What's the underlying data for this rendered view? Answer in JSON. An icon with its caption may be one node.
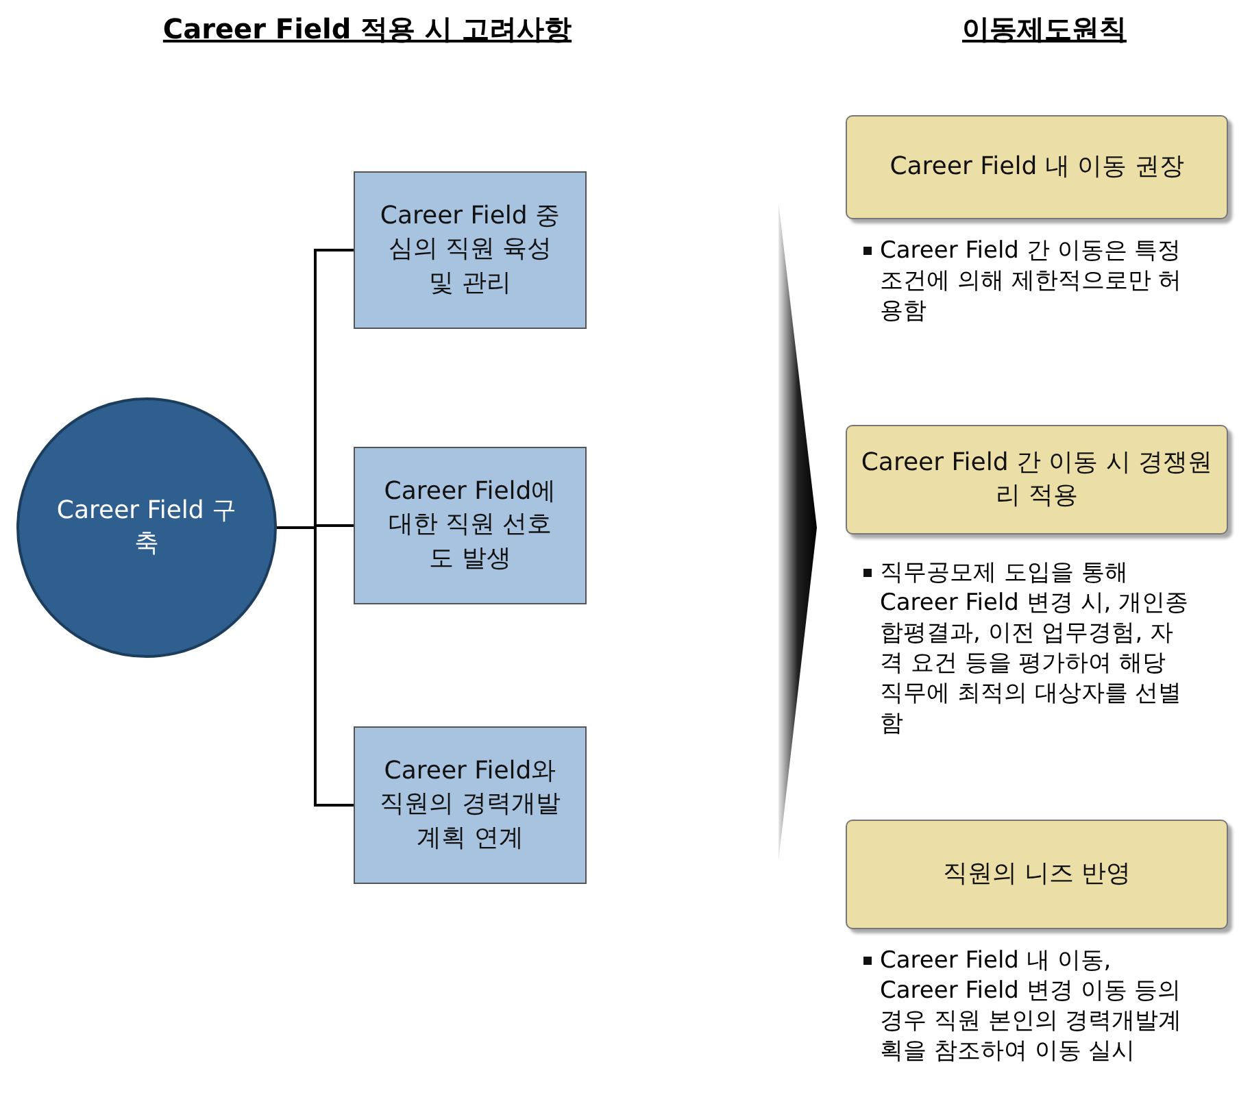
{
  "diagram": {
    "nodes": [
      {
        "text": [
          "Career Field 구축"
        ]
      },
      {
        "text": [
          "Career Field 중심의 직원 육성 및 관리"
        ]
      },
      {
        "text": [
          "Career Field에 대한 직원 선호도 발생"
        ]
      },
      {
        "text": [
          "Career Field와 직원의 경력개발계획 연계"
        ]
      },
      {
        "text": [
          "Career Field 내 이동 권장"
        ],
        "beside": [
          "Career Field 간 이동은 특정 조건에 의해 제한적으로만 허용함"
        ]
      },
      {
        "text": [
          "Career Field 간 이동 시 경쟁원리 적용"
        ],
        "beside": [
          "직무공모제 도입을 통해 Career Field 변경 시, 개인종합평결과, 이전 업무경험, 자격 요건 등을 평가하여 해당 직무에 최적의 대상자를 선별함"
        ]
      },
      {
        "text": [
          "직원의 니즈 반영"
        ],
        "beside": [
          "Career Field 내 이동, Career Field 변경 이동 등의 경우 직원 본인의 경력개발계획을 참조하여 이동 실시"
        ]
      }
    ],
    "edges": [
      {
        "from": 0,
        "to": 1,
        "arrow": "none"
      },
      {
        "from": 0,
        "to": 2,
        "arrow": "none"
      },
      {
        "from": 0,
        "to": 3,
        "arrow": "none"
      }
    ],
    "labels": [
      "Career Field 적용 시 고려사항",
      "이동제도원칙"
    ]
  }
}
